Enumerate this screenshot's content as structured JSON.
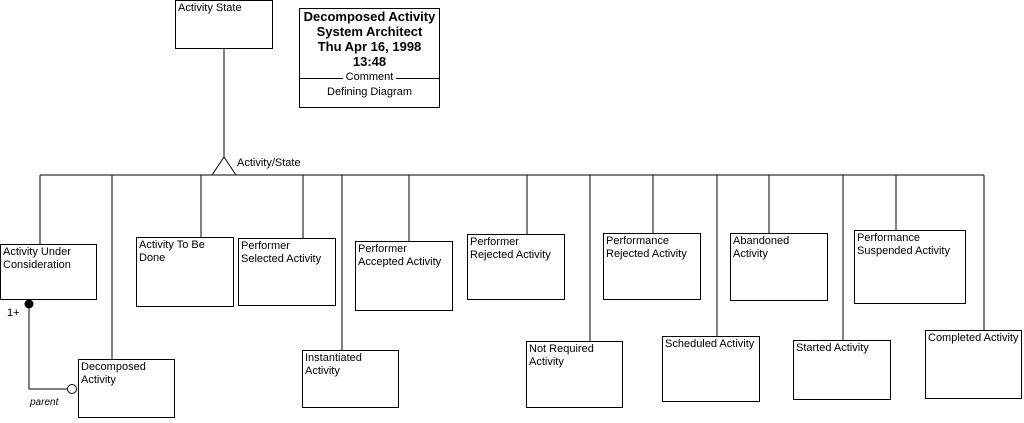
{
  "title_block": {
    "lines": [
      "Decomposed Activity",
      "System Architect",
      "Thu Apr 16, 1998",
      "13:48"
    ],
    "comment_label": "Comment",
    "note": "Defining Diagram"
  },
  "supertype": {
    "label": "Activity State"
  },
  "generalization_label": "Activity/State",
  "subtypes": [
    {
      "lines": [
        "Activity Under",
        "Consideration"
      ]
    },
    {
      "lines": [
        "Decomposed",
        "Activity"
      ]
    },
    {
      "lines": [
        "Activity To Be",
        "Done"
      ]
    },
    {
      "lines": [
        "Performer",
        "Selected Activity"
      ]
    },
    {
      "lines": [
        "Instantiated Activity"
      ]
    },
    {
      "lines": [
        "Performer",
        "Accepted Activity"
      ]
    },
    {
      "lines": [
        "Performer",
        "Rejected Activity"
      ]
    },
    {
      "lines": [
        "Not Required",
        "Activity"
      ]
    },
    {
      "lines": [
        "Performance",
        "Rejected Activity"
      ]
    },
    {
      "lines": [
        "Scheduled Activity"
      ]
    },
    {
      "lines": [
        "Abandoned",
        "Activity"
      ]
    },
    {
      "lines": [
        "Started Activity"
      ]
    },
    {
      "lines": [
        "Performance",
        "Suspended Activity"
      ]
    },
    {
      "lines": [
        "Completed Activity"
      ]
    }
  ],
  "relationship": {
    "cardinality": "1+",
    "role": "parent"
  },
  "colors": {
    "line": "#000000",
    "background": "#ffffff"
  }
}
